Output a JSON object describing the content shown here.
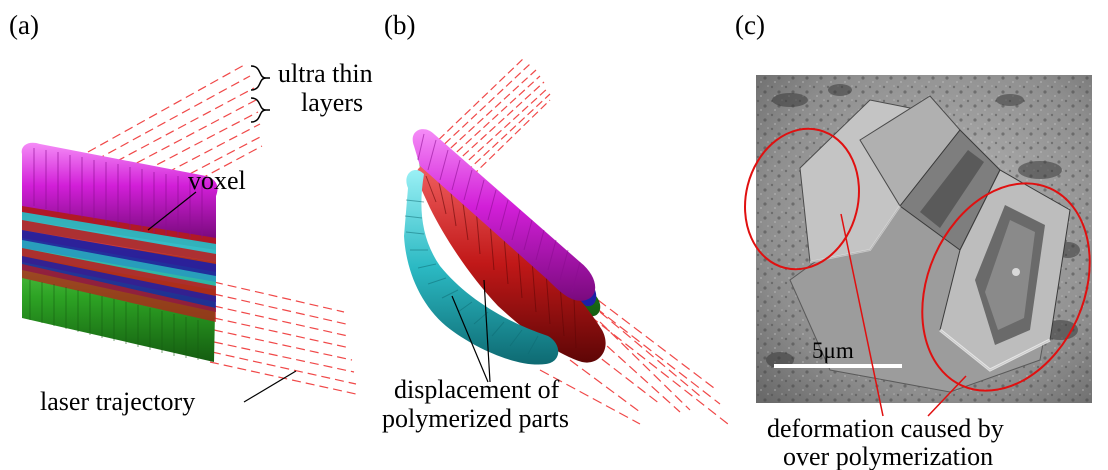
{
  "panels": {
    "a": {
      "label": "(a)",
      "annotations": {
        "layers_line1": "ultra thin",
        "layers_line2": "layers",
        "voxel": "voxel",
        "laser": "laser trajectory"
      }
    },
    "b": {
      "label": "(b)",
      "annotations": {
        "displacement_line1": "displacement of",
        "displacement_line2": "polymerized parts"
      }
    },
    "c": {
      "label": "(c)",
      "scale_bar": "5μm",
      "annotations": {
        "deformation_line1": "deformation caused by",
        "deformation_line2": "over polymerization"
      }
    }
  },
  "colors": {
    "magenta": "#d21fd8",
    "red": "#c11818",
    "blue": "#1d1fa6",
    "cyan": "#2bb9c3",
    "green": "#2da324",
    "laser": "#f04848",
    "circle": "#e01010"
  }
}
